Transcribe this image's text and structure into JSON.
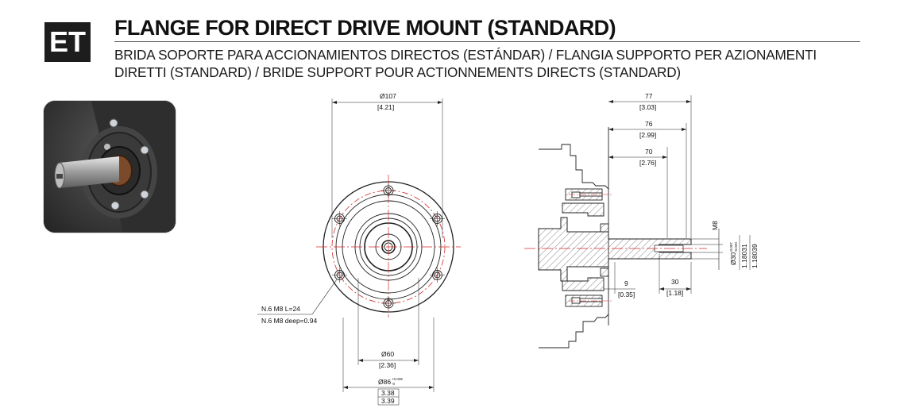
{
  "header": {
    "badge": "ET",
    "title": "FLANGE FOR DIRECT DRIVE MOUNT (STANDARD)",
    "subtitle_line1": "BRIDA SOPORTE PARA ACCIONAMIENTOS DIRECTOS (ESTÁNDAR) / FLANGIA SUPPORTO PER AZIONAMENTI",
    "subtitle_line2": "DIRETTI (STANDARD) / BRIDE SUPPORT POUR ACTIONNEMENTS DIRECTS (STANDARD)"
  },
  "front_view": {
    "dia_107": "Ø107",
    "dia_107_in": "[4.21]",
    "holes_note_1": "N.6 M8 L=24",
    "holes_note_2": "N.6 M8 deep=0.94",
    "dia_60": "Ø60",
    "dia_60_in": "[2.36]",
    "dia_86": "Ø86",
    "dia_86_tol_upper": "+0.035",
    "dia_86_tol_lower": "-0",
    "dia_86_in_upper": "3.38",
    "dia_86_in_lower": "3.39"
  },
  "side_view": {
    "dim_77": "77",
    "dim_77_in": "[3.03]",
    "dim_76": "76",
    "dim_76_in": "[2.99]",
    "dim_70": "70",
    "dim_70_in": "[2.76]",
    "thread": "M8",
    "shaft_dia": "Ø30",
    "shaft_tol_upper": "-0.007",
    "shaft_tol_lower": "-0.020",
    "shaft_in_upper": "1.18031",
    "shaft_in_lower": "1.18039",
    "dim_9": "9",
    "dim_9_in": "[0.35]",
    "dim_30": "30",
    "dim_30_in": "[1.18]"
  },
  "colors": {
    "badge_bg": "#1d1d1d",
    "centerline_red": "#d62828",
    "line": "#222222",
    "hatch": "#8a8a8a"
  }
}
